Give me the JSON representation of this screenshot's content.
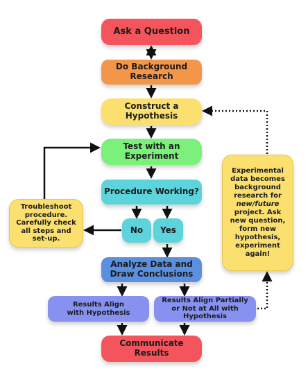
{
  "nodes": {
    "ask": "Ask a Question",
    "background": "Do Background Research",
    "hypothesis": "Construct a Hypothesis",
    "test": "Test with an Experiment",
    "working": "Procedure Working?",
    "no": "No",
    "yes": "Yes",
    "troubleshoot": "Troubleshoot procedure. Carefully check all steps and set-up.",
    "analyze": "Analyze Data and Draw Conclusions",
    "align": "Results Align with Hypothesis",
    "partial": "Results Align Partially or Not at All with Hypothesis",
    "communicate": "Communicate Results",
    "loop_note_before": "Experimental data becomes background research for ",
    "loop_note_emph": "new/future",
    "loop_note_after": " project. Ask new question, form new hypothesis, experiment again!"
  },
  "colors": {
    "ask": "#f4545b",
    "background": "#f4964a",
    "hypothesis": "#fbe06f",
    "test": "#7bf07a",
    "working": "#5dd3dc",
    "troubleshoot": "#fbe06f",
    "analyze": "#5b8fe0",
    "results": "#8792f0",
    "communicate": "#f4545b",
    "arrow": "#111111"
  }
}
